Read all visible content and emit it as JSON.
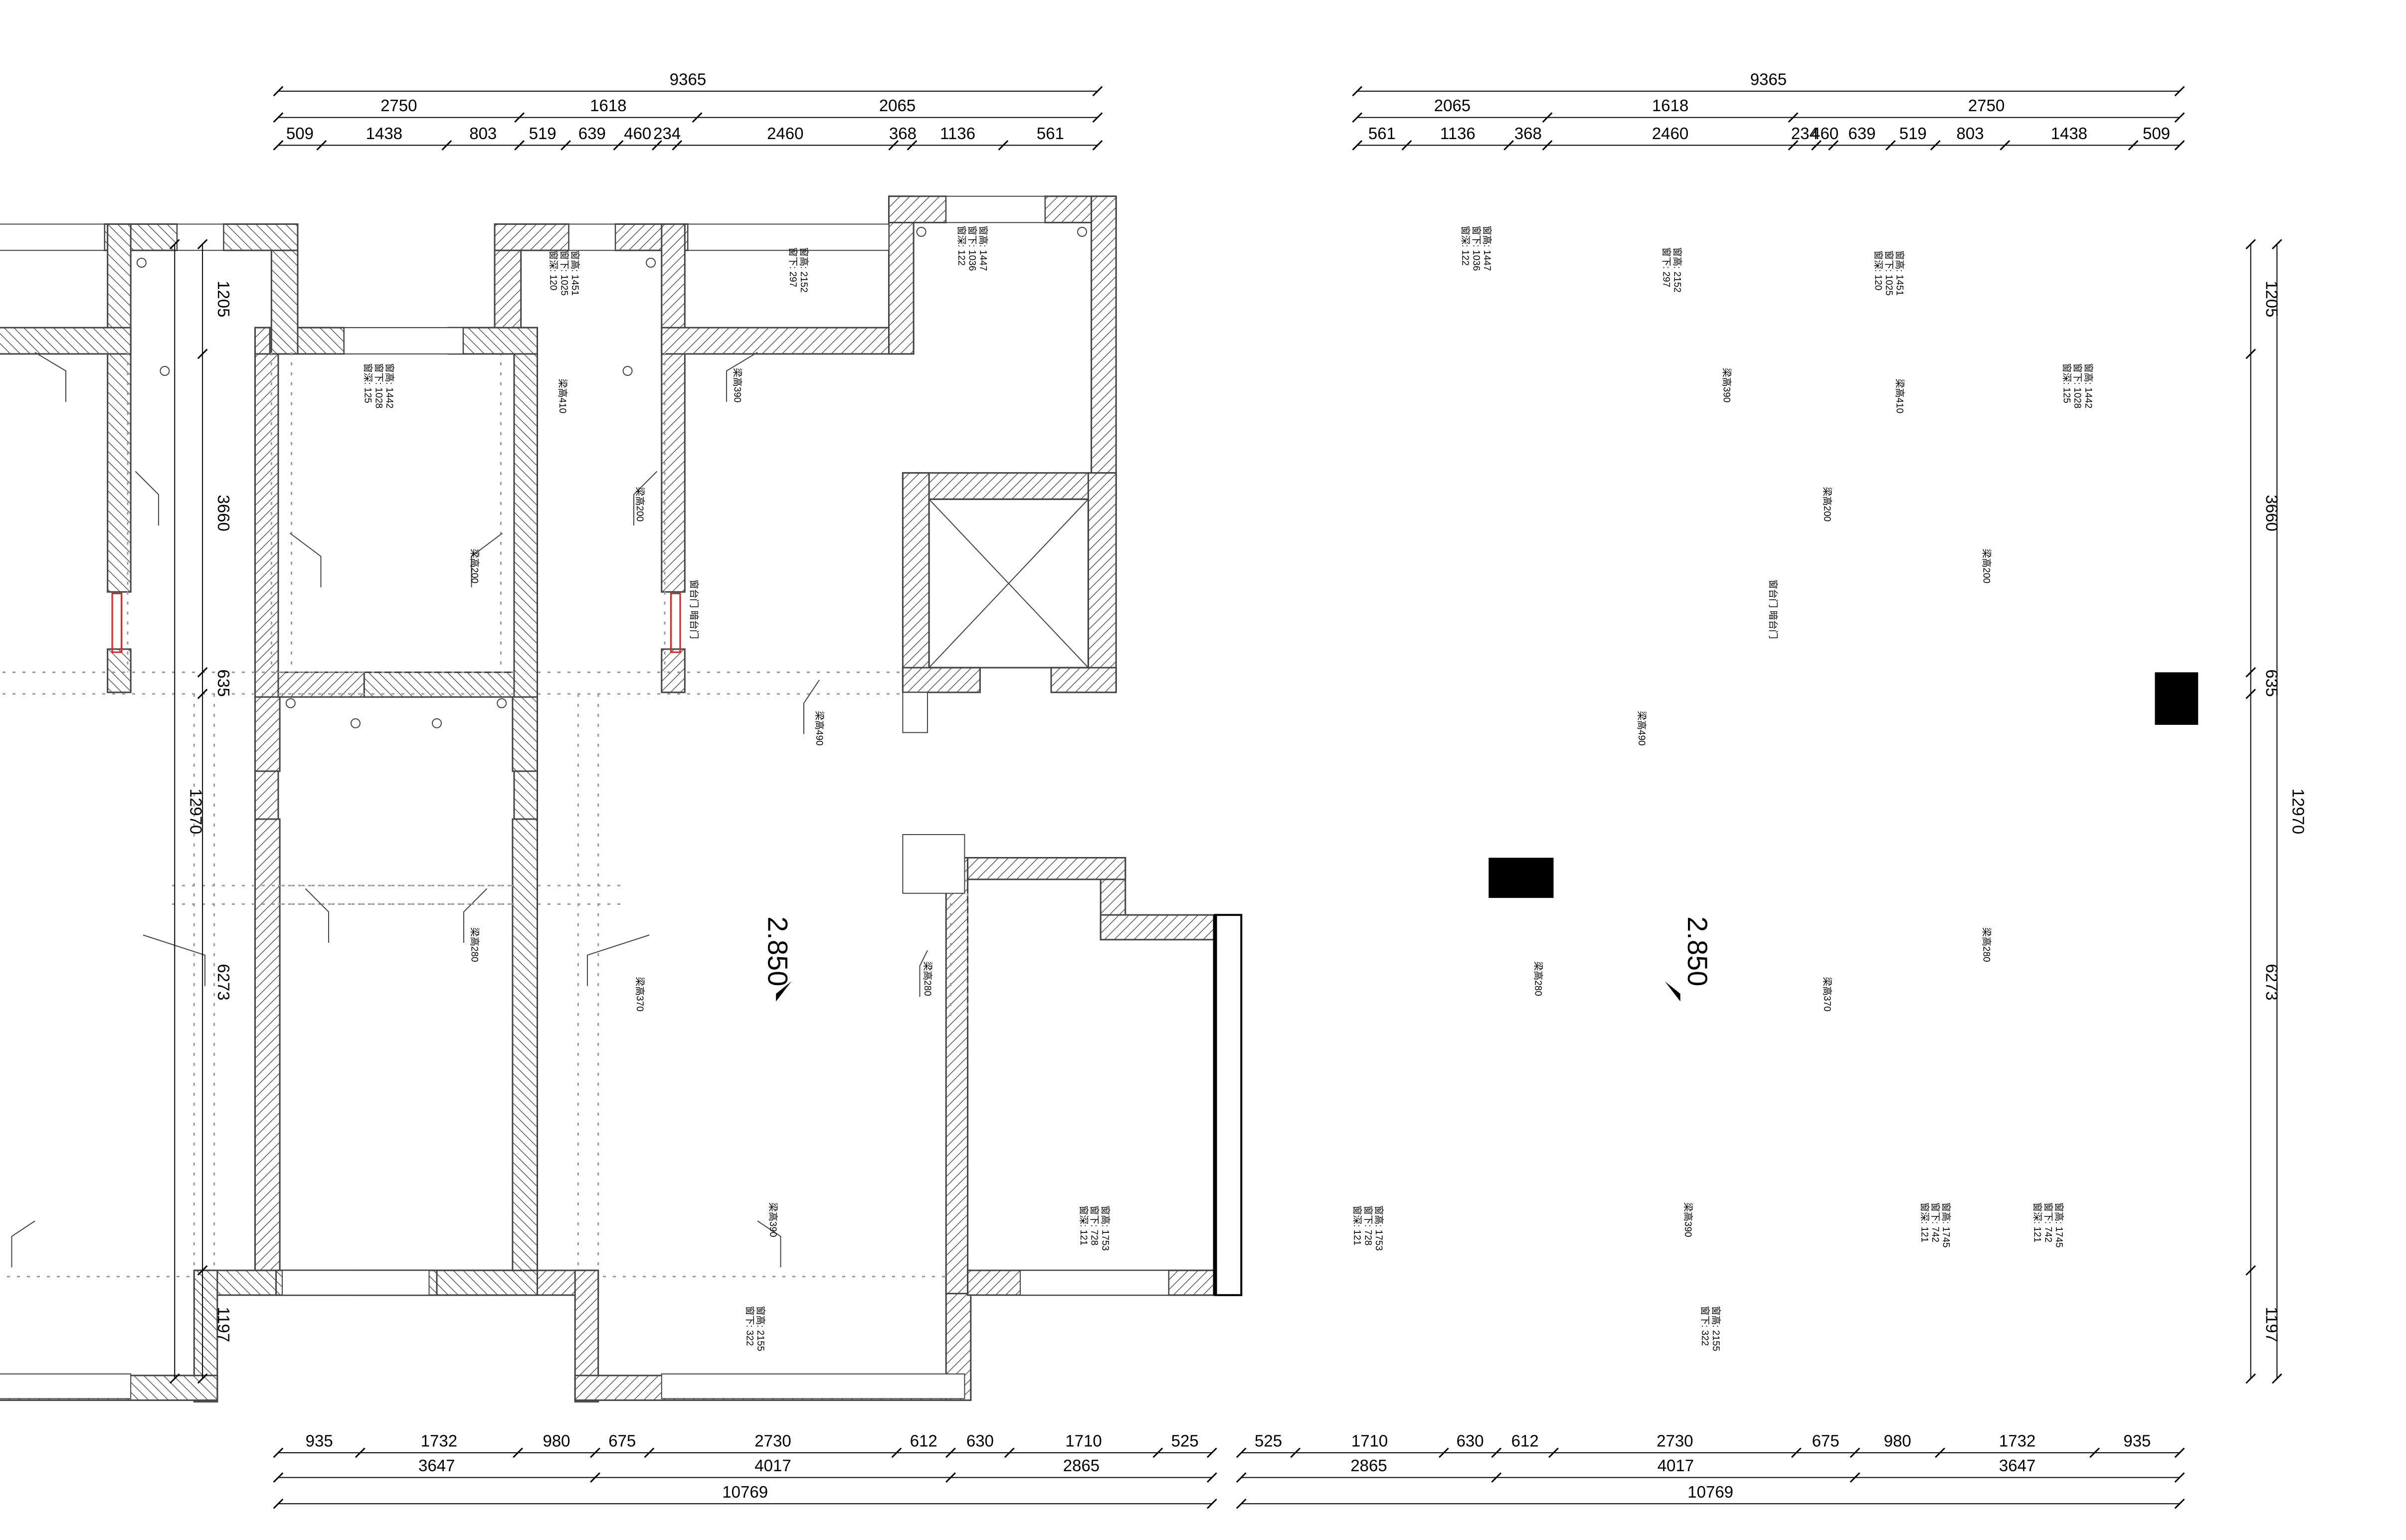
{
  "dimensions": {
    "top_left": {
      "overall": "9365",
      "mid": [
        "2750",
        "1618",
        "2065"
      ],
      "detail": [
        "509",
        "1438",
        "803",
        "519",
        "639",
        "460",
        "234",
        "2460",
        "368",
        "1136",
        "561"
      ]
    },
    "top_right": {
      "overall": "9365",
      "mid": [
        "2065",
        "1618",
        "2750"
      ],
      "detail": [
        "561",
        "1136",
        "368",
        "2460",
        "234",
        "460",
        "639",
        "519",
        "803",
        "1438",
        "509"
      ]
    },
    "bottom_left": {
      "detail": [
        "935",
        "1732",
        "980",
        "675",
        "2730",
        "612",
        "630",
        "1710",
        "525"
      ],
      "mid": [
        "3647",
        "4017",
        "2865"
      ],
      "overall": "10769"
    },
    "bottom_right": {
      "detail": [
        "525",
        "1710",
        "630",
        "612",
        "2730",
        "675",
        "980",
        "1732",
        "935"
      ],
      "mid": [
        "2865",
        "4017",
        "3647"
      ],
      "overall": "10769"
    },
    "left_side": {
      "segments": [
        "1205",
        "3660",
        "635",
        "6273",
        "1197"
      ],
      "overall": "12970"
    },
    "right_side": {
      "segments": [
        "1205",
        "3660",
        "635",
        "6273",
        "1197"
      ],
      "overall": "12970"
    }
  },
  "floor_elevation": "2.850",
  "window_notes": [
    "窗高: 1442\n窗下: 1028\n窗深: 125",
    "窗高: 1451\n窗下: 1025\n窗深: 120",
    "窗高: 2152\n窗下: 297",
    "窗高: 1447\n窗下: 1036\n窗深: 122",
    "窗高: 1745\n窗下: 742\n窗深: 121",
    "窗高: 2155\n窗下: 322",
    "窗高: 1753\n窗下: 728\n窗深: 121"
  ],
  "beam_notes": [
    "梁高410",
    "梁高390",
    "梁高200",
    "梁高200",
    "梁高490",
    "梁高280",
    "梁高370",
    "梁高280",
    "梁高390"
  ],
  "door_note": "窗台门 暗台门",
  "colors": {
    "wall": "#444444",
    "hatch": "#555555",
    "dim": "#000000",
    "dotted": "#999999",
    "red": "#e02020"
  }
}
